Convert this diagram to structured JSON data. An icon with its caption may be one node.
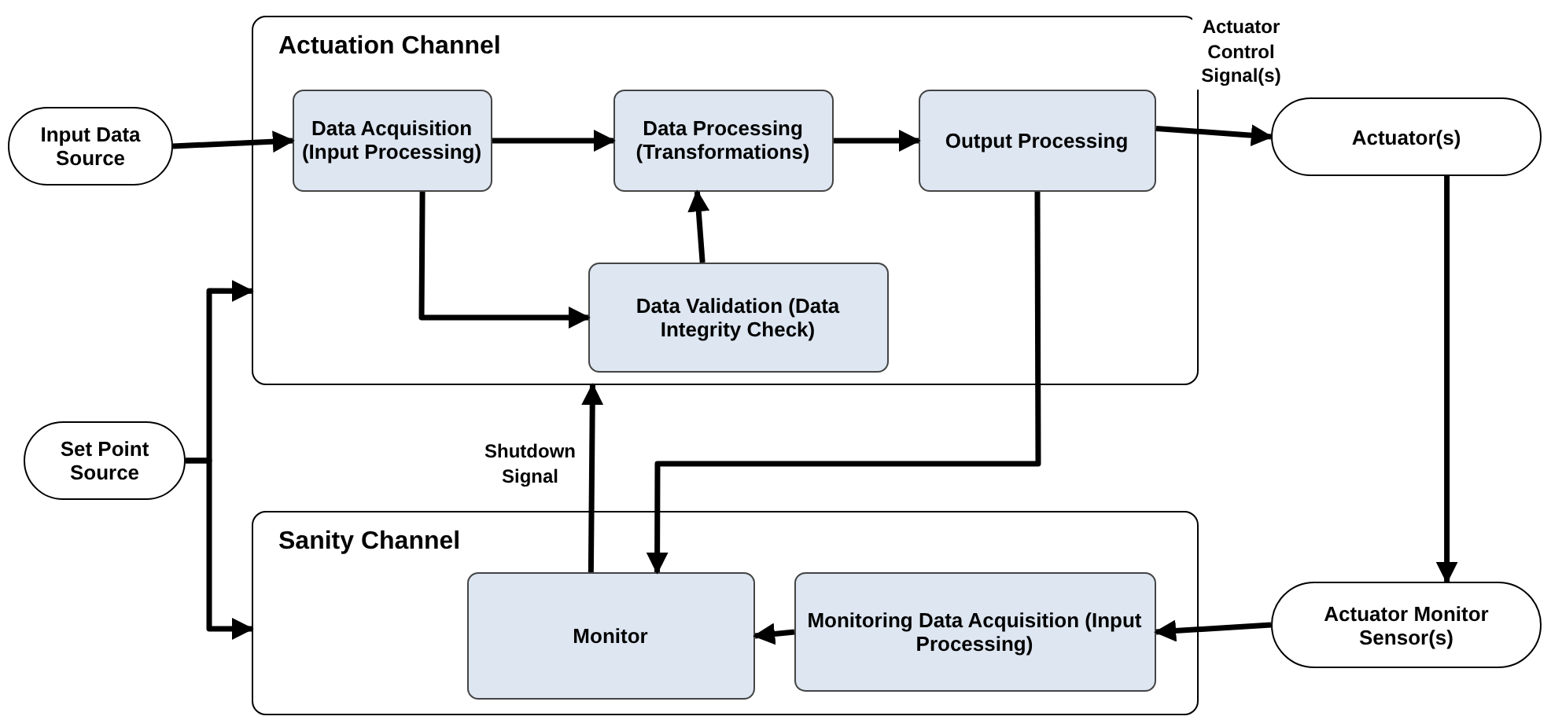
{
  "diagram": {
    "nodes": [
      {
        "text": [
          "Actuation Channel"
        ]
      },
      {
        "text": [
          "Sanity Channel"
        ]
      },
      {
        "text": [
          "Input Data Source"
        ]
      },
      {
        "text": [
          "Set Point Source"
        ]
      },
      {
        "text": [
          "Actuator(s)"
        ]
      },
      {
        "text": [
          "Actuator Monitor Sensor(s)"
        ]
      },
      {
        "text": [
          "Data Acquisition (Input Processing)"
        ],
        "in": 0
      },
      {
        "text": [
          "Data Processing (Transformations)"
        ],
        "in": 0
      },
      {
        "text": [
          "Output Processing"
        ],
        "in": 0
      },
      {
        "text": [
          "Data Validation (Data Integrity Check)"
        ],
        "in": 0
      },
      {
        "text": [
          "Monitor"
        ],
        "in": 1
      },
      {
        "text": [
          "Monitoring Data Acquisition (Input Processing)"
        ],
        "in": 1
      }
    ],
    "edges": [
      {
        "from": 2,
        "to": 6,
        "arrow": "to"
      },
      {
        "from": 6,
        "to": 7,
        "arrow": "to"
      },
      {
        "from": 7,
        "to": 8,
        "arrow": "to"
      },
      {
        "from": 6,
        "to": 9,
        "arrow": "to"
      },
      {
        "from": 9,
        "to": 7,
        "arrow": "to"
      },
      {
        "from": 8,
        "to": 4,
        "arrow": "to",
        "label": "Actuator Control Signal(s)"
      },
      {
        "from": 4,
        "to": 5,
        "arrow": "to"
      },
      {
        "from": 5,
        "to": 11,
        "arrow": "to"
      },
      {
        "from": 11,
        "to": 10,
        "arrow": "to"
      },
      {
        "from": 8,
        "to": 10,
        "arrow": "to"
      },
      {
        "from": 10,
        "to": 0,
        "arrow": "to",
        "label": "Shutdown Signal"
      },
      {
        "from": 3,
        "to": 0,
        "arrow": "to"
      },
      {
        "from": 3,
        "to": 1,
        "arrow": "to"
      }
    ]
  }
}
